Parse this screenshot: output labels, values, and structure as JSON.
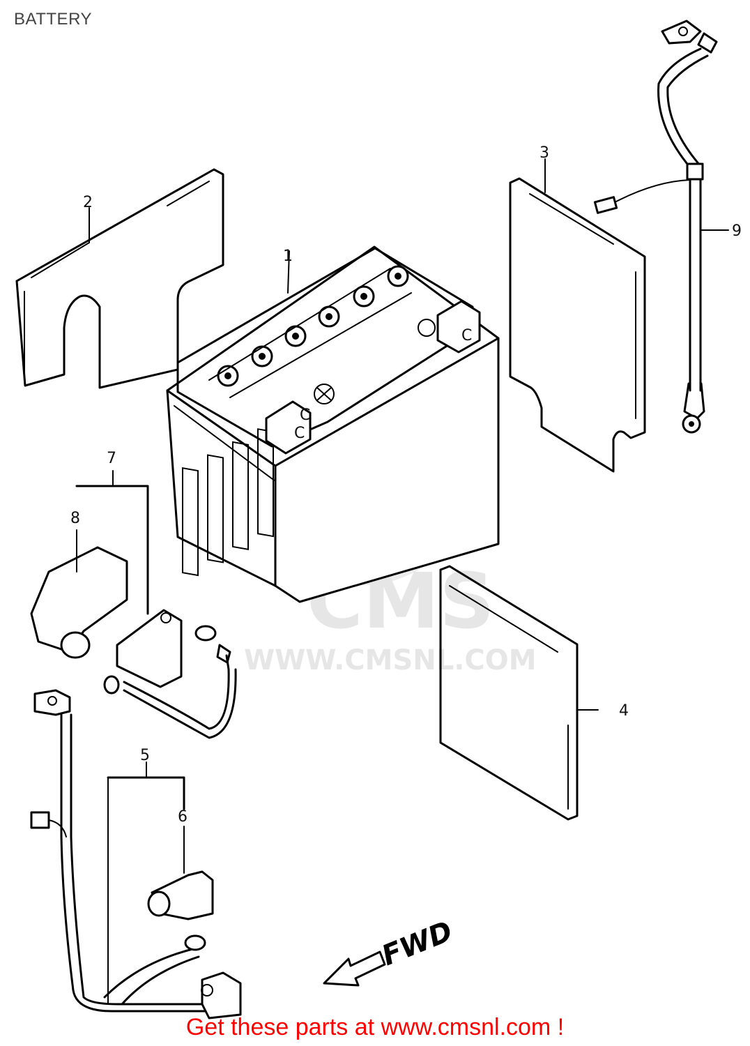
{
  "header": {
    "title": "BATTERY"
  },
  "callouts": [
    "1",
    "2",
    "3",
    "4",
    "5",
    "6",
    "7",
    "8",
    "9"
  ],
  "direction_label": "FWD",
  "terminal_marks": [
    "C",
    "C",
    "C"
  ],
  "watermark": {
    "brand": "CMS",
    "url": "WWW.CMSNL.COM"
  },
  "footer": {
    "text": "Get these parts at www.cmsnl.com !"
  },
  "colors": {
    "line": "#000000",
    "footer": "#ff0000",
    "watermark": "#e6e6e6",
    "title": "#444444"
  }
}
